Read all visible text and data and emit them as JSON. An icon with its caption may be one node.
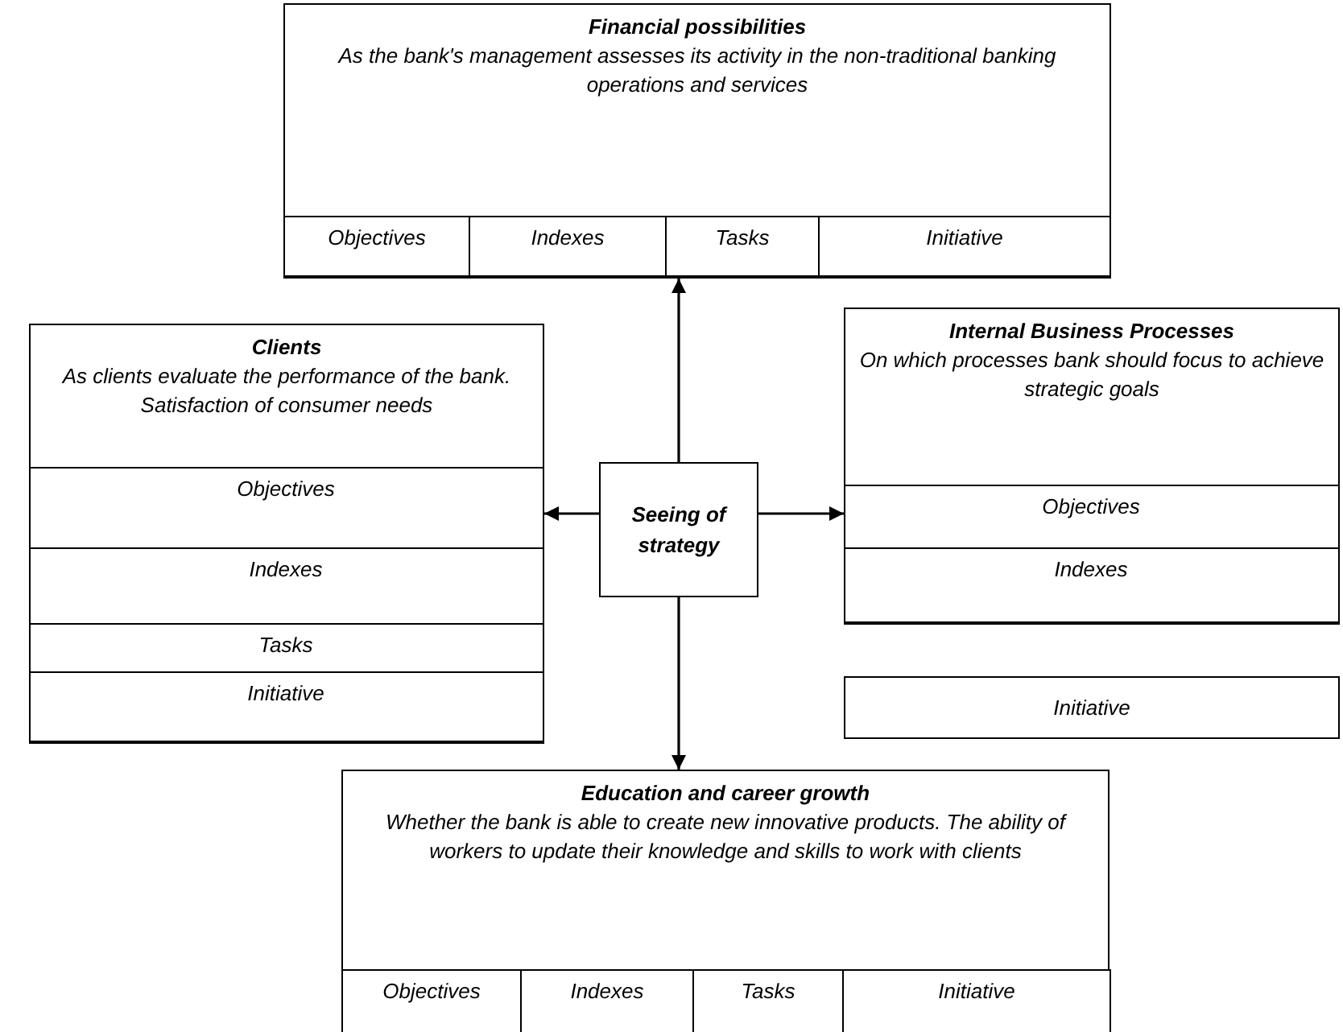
{
  "diagram": {
    "nodes": [
      {
        "text": [
          "Financial possibilities",
          "As the bank's management assesses its activity in the non-traditional banking operations and services"
        ]
      },
      {
        "text": [
          "Objectives"
        ],
        "in": 0
      },
      {
        "text": [
          "Indexes"
        ],
        "in": 0
      },
      {
        "text": [
          "Tasks"
        ],
        "in": 0
      },
      {
        "text": [
          "Initiative"
        ],
        "in": 0
      },
      {
        "text": [
          "Clients",
          "As clients evaluate the performance of the bank. Satisfaction of consumer needs"
        ]
      },
      {
        "text": [
          "Objectives"
        ],
        "in": 5
      },
      {
        "text": [
          "Indexes"
        ],
        "in": 5
      },
      {
        "text": [
          "Tasks"
        ],
        "in": 5
      },
      {
        "text": [
          "Initiative"
        ],
        "in": 5
      },
      {
        "text": [
          "Seeing of strategy"
        ]
      },
      {
        "text": [
          "Internal Business Processes",
          "On which processes bank should focus to achieve strategic goals"
        ]
      },
      {
        "text": [
          "Objectives"
        ],
        "in": 11
      },
      {
        "text": [
          "Indexes"
        ],
        "in": 11
      },
      {
        "text": [
          "Initiative"
        ]
      },
      {
        "text": [
          "Education and career growth",
          "Whether the bank is able to create new innovative products. The ability of workers to update their knowledge and skills to work with clients"
        ]
      },
      {
        "text": [
          "Objectives"
        ],
        "in": 15
      },
      {
        "text": [
          "Indexes"
        ],
        "in": 15
      },
      {
        "text": [
          "Tasks"
        ],
        "in": 15
      },
      {
        "text": [
          "Initiative"
        ],
        "in": 15
      }
    ],
    "edges": [
      {
        "from": 10,
        "to": 0,
        "arrow": "to"
      },
      {
        "from": 10,
        "to": 5,
        "arrow": "to"
      },
      {
        "from": 10,
        "to": 11,
        "arrow": "to"
      },
      {
        "from": 10,
        "to": 15,
        "arrow": "to"
      }
    ]
  }
}
